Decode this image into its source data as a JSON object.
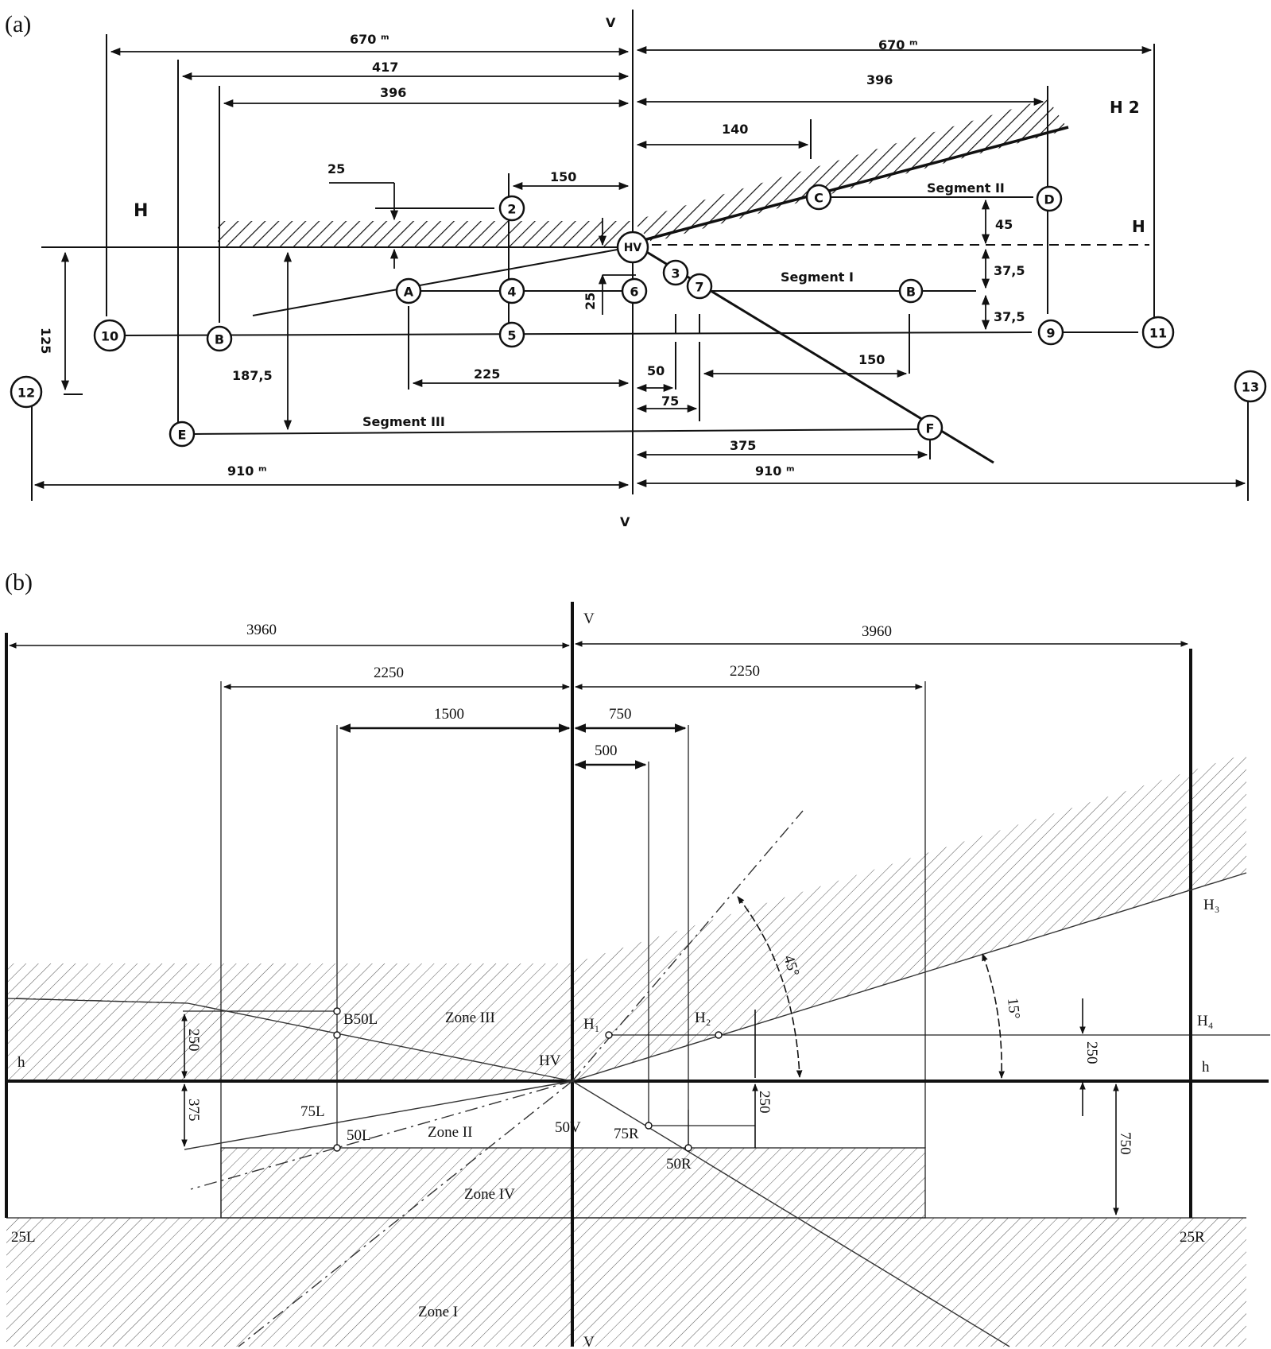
{
  "panel_a": {
    "label": "(a)",
    "dims": {
      "left_670": "670 ᵐ",
      "right_670": "670 ᵐ",
      "d417": "417",
      "left_396": "396",
      "right_396": "396",
      "d140": "140",
      "d150_top": "150",
      "d25_left": "25",
      "d25_mid": "25",
      "d125": "125",
      "d187_5": "187,5",
      "d45": "45",
      "d37_5_a": "37,5",
      "d37_5_b": "37,5",
      "d225": "225",
      "d50": "50",
      "d75": "75",
      "d150_right": "150",
      "d375": "375",
      "left_910": "910 ᵐ",
      "right_910": "910 ᵐ"
    },
    "labels": {
      "v_top": "V",
      "v_bottom": "V",
      "h_left": "H",
      "h_right": "H",
      "h2": "H 2",
      "seg1": "Segment I",
      "seg2": "Segment II",
      "seg3": "Segment III"
    },
    "points": {
      "p2": "2",
      "p3": "3",
      "p4": "4",
      "p5": "5",
      "p6": "6",
      "p7": "7",
      "p9": "9",
      "p10": "10",
      "p11": "11",
      "p12": "12",
      "p13": "13",
      "pA": "A",
      "pB_left": "B",
      "pB_right": "B",
      "pC": "C",
      "pD": "D",
      "pE": "E",
      "pF": "F",
      "pHV": "HV"
    }
  },
  "panel_b": {
    "label": "(b)",
    "dims": {
      "left_3960": "3960",
      "right_3960": "3960",
      "left_2250": "2250",
      "right_2250": "2250",
      "d1500": "1500",
      "d750_top": "750",
      "d500": "500",
      "d250_left": "250",
      "d375": "375",
      "d250_mid": "250",
      "d250_right": "250",
      "d750_right": "750",
      "angle45": "45°",
      "angle15": "15°"
    },
    "labels": {
      "v_top": "V",
      "v_bottom": "V",
      "h_left": "h",
      "h_right": "h",
      "H1": "H₁",
      "H2": "H₂",
      "H3": "H₃",
      "H4": "H₄",
      "HV": "HV",
      "B50L": "B50L",
      "75L": "75L",
      "50L": "50L",
      "50V": "50V",
      "75R": "75R",
      "50R": "50R",
      "25L": "25L",
      "25R": "25R",
      "zone1": "Zone I",
      "zone2": "Zone II",
      "zone3": "Zone III",
      "zone4": "Zone IV"
    }
  }
}
